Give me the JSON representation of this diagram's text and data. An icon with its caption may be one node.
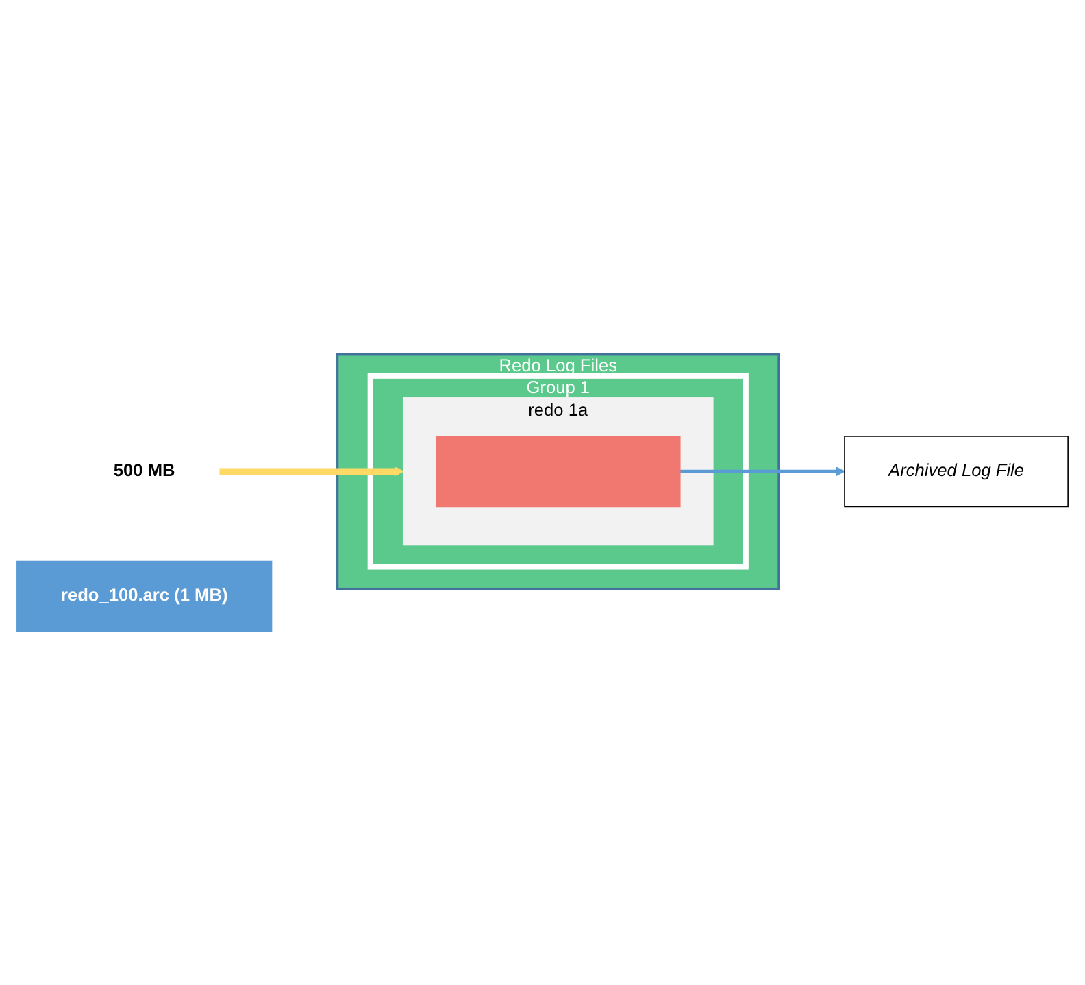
{
  "diagram": {
    "nodes": [
      {
        "text": [
          "Redo Log Files"
        ]
      },
      {
        "text": [
          "Group 1"
        ],
        "in": 0
      },
      {
        "text": [
          "redo 1a"
        ],
        "in": 1
      },
      {
        "text": [],
        "shape": "bar",
        "in": 2
      },
      {
        "text": [
          "500 MB"
        ]
      },
      {
        "text": [
          "Archived Log File"
        ]
      },
      {
        "text": [
          "redo_100.arc (1 MB)"
        ]
      }
    ],
    "edges": [
      {
        "from": 4,
        "to": 2,
        "arrow": "to",
        "style": "thick",
        "color": "#ffd966"
      },
      {
        "from": 3,
        "to": 5,
        "arrow": "to",
        "color": "#5b9bd5"
      }
    ]
  }
}
